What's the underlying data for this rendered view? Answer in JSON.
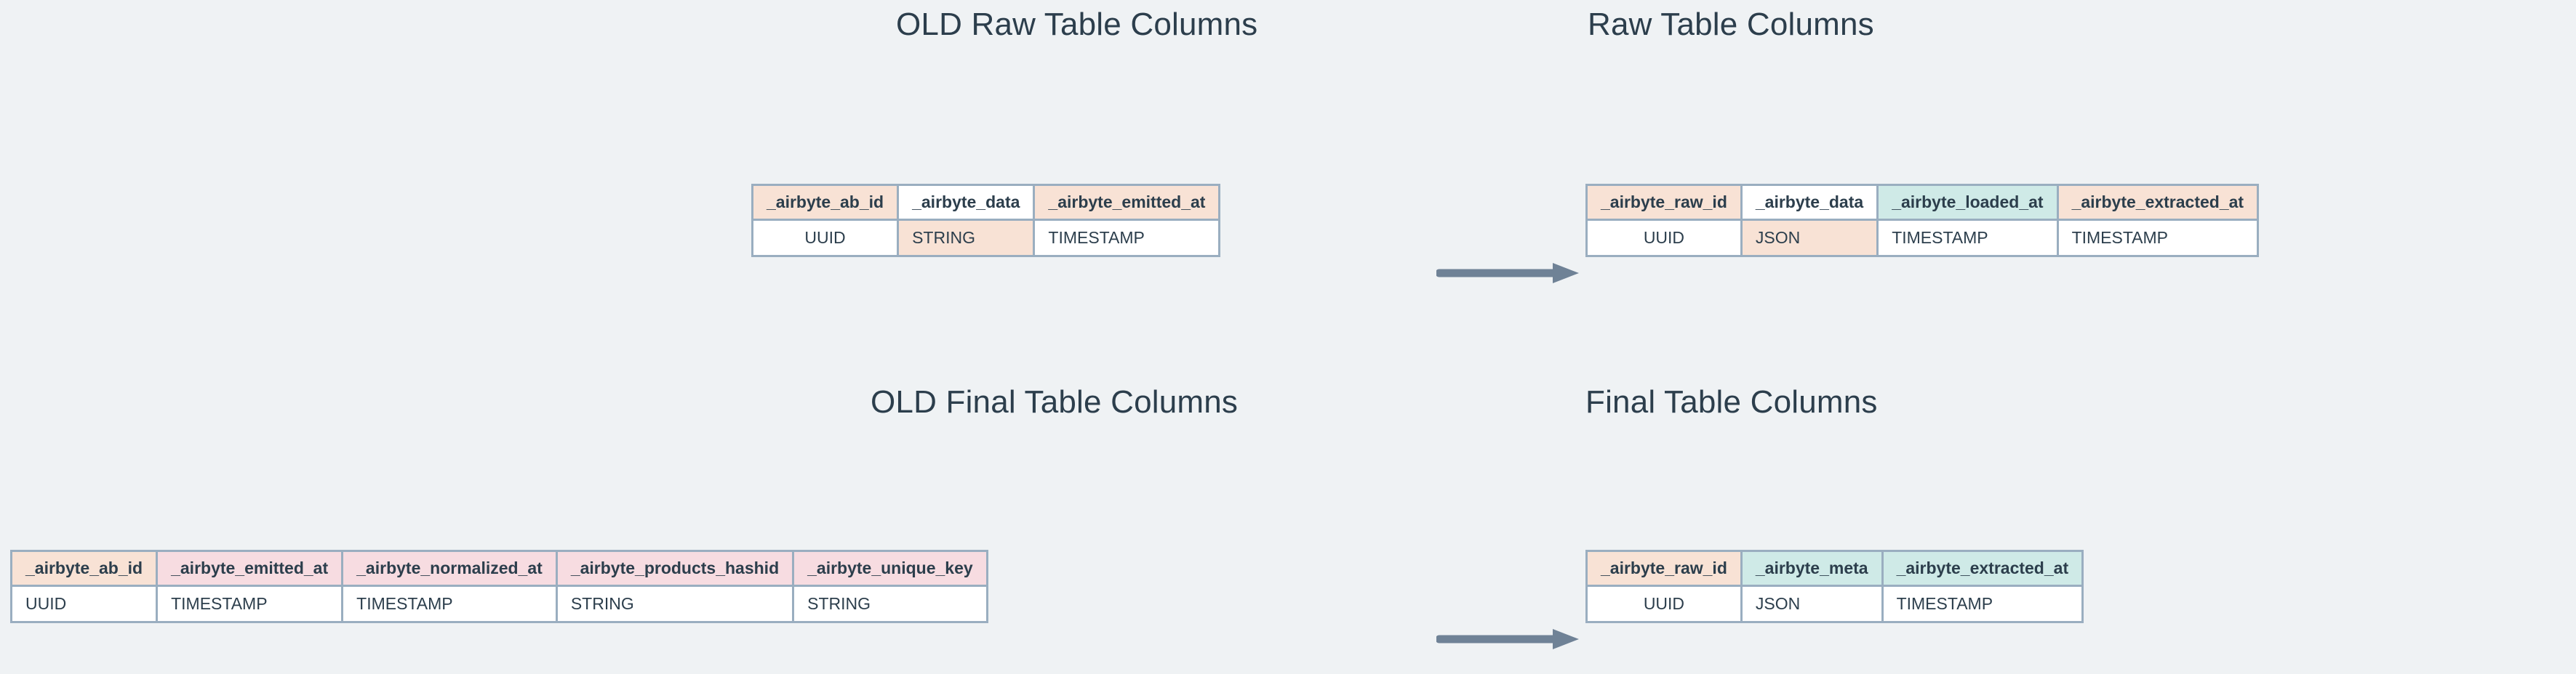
{
  "page": {
    "background_color": "#eff2f4",
    "text_color": "#2c3e4c"
  },
  "palette": {
    "peach": "#f8e2d5",
    "teal": "#cfeae7",
    "pink": "#f7dce1",
    "white": "#ffffff",
    "border": "#9aaec0",
    "arrow": "#6f8296"
  },
  "sections": {
    "old_raw": {
      "title": "OLD Raw Table Columns"
    },
    "new_raw": {
      "title": "Raw Table Columns"
    },
    "old_final": {
      "title": "OLD Final Table Columns"
    },
    "new_final": {
      "title": "Final Table Columns"
    }
  },
  "tables": {
    "old_raw": {
      "columns": [
        {
          "name": "_airbyte_ab_id",
          "type": "UUID",
          "header_color": "peach",
          "type_color": "white"
        },
        {
          "name": "_airbyte_data",
          "type": "STRING",
          "header_color": "white",
          "type_color": "peach"
        },
        {
          "name": "_airbyte_emitted_at",
          "type": "TIMESTAMP",
          "header_color": "peach",
          "type_color": "white"
        }
      ]
    },
    "new_raw": {
      "columns": [
        {
          "name": "_airbyte_raw_id",
          "type": "UUID",
          "header_color": "peach",
          "type_color": "white"
        },
        {
          "name": "_airbyte_data",
          "type": "JSON",
          "header_color": "white",
          "type_color": "peach"
        },
        {
          "name": "_airbyte_loaded_at",
          "type": "TIMESTAMP",
          "header_color": "teal",
          "type_color": "white"
        },
        {
          "name": "_airbyte_extracted_at",
          "type": "TIMESTAMP",
          "header_color": "peach",
          "type_color": "white"
        }
      ]
    },
    "old_final": {
      "columns": [
        {
          "name": "_airbyte_ab_id",
          "type": "UUID",
          "header_color": "peach",
          "type_color": "white"
        },
        {
          "name": "_airbyte_emitted_at",
          "type": "TIMESTAMP",
          "header_color": "pink",
          "type_color": "white"
        },
        {
          "name": "_airbyte_normalized_at",
          "type": "TIMESTAMP",
          "header_color": "pink",
          "type_color": "white"
        },
        {
          "name": "_airbyte_products_hashid",
          "type": "STRING",
          "header_color": "pink",
          "type_color": "white"
        },
        {
          "name": "_airbyte_unique_key",
          "type": "STRING",
          "header_color": "pink",
          "type_color": "white"
        }
      ]
    },
    "new_final": {
      "columns": [
        {
          "name": "_airbyte_raw_id",
          "type": "UUID",
          "header_color": "peach",
          "type_color": "white"
        },
        {
          "name": "_airbyte_meta",
          "type": "JSON",
          "header_color": "teal",
          "type_color": "white"
        },
        {
          "name": "_airbyte_extracted_at",
          "type": "TIMESTAMP",
          "header_color": "teal",
          "type_color": "white"
        }
      ]
    }
  },
  "arrows": {
    "raw": {
      "direction": "right"
    },
    "final": {
      "direction": "right"
    }
  }
}
